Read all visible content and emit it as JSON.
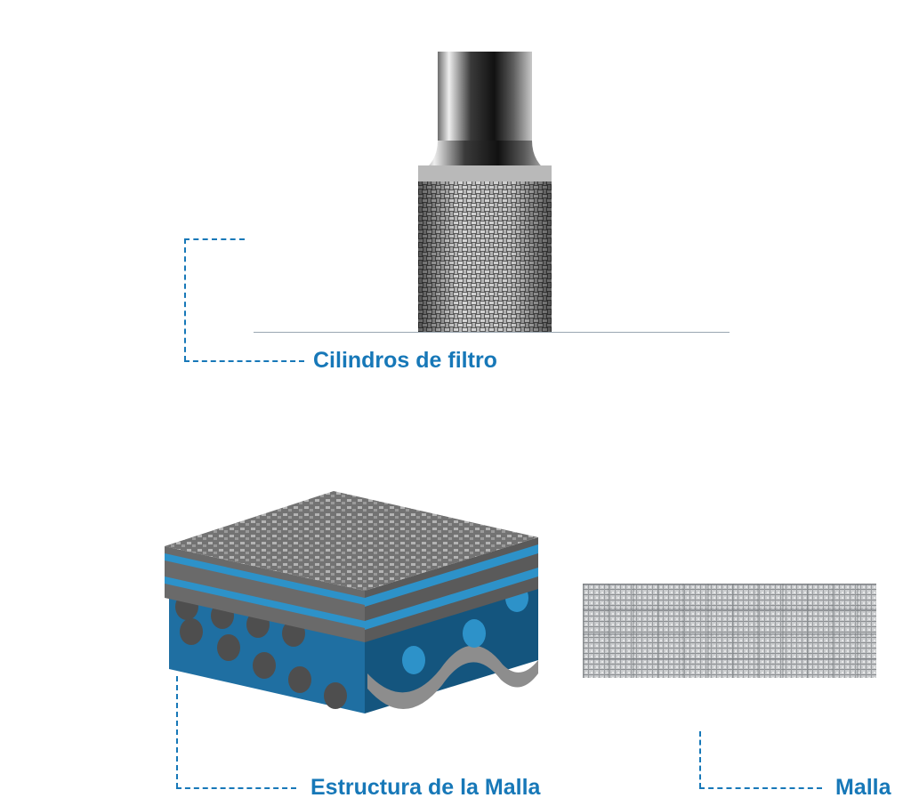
{
  "labels": {
    "cylinder": "Cilindros de filtro",
    "structure": "Estructura de la Malla",
    "mesh": "Malla"
  },
  "icons": {
    "cylinder": "filter-cylinder-icon",
    "structure": "mesh-structure-icon",
    "mesh": "mesh-swatch-icon"
  },
  "colors": {
    "accent": "#1778b8",
    "steel": "#9a9a9a",
    "blue": "#1f6fa2"
  }
}
